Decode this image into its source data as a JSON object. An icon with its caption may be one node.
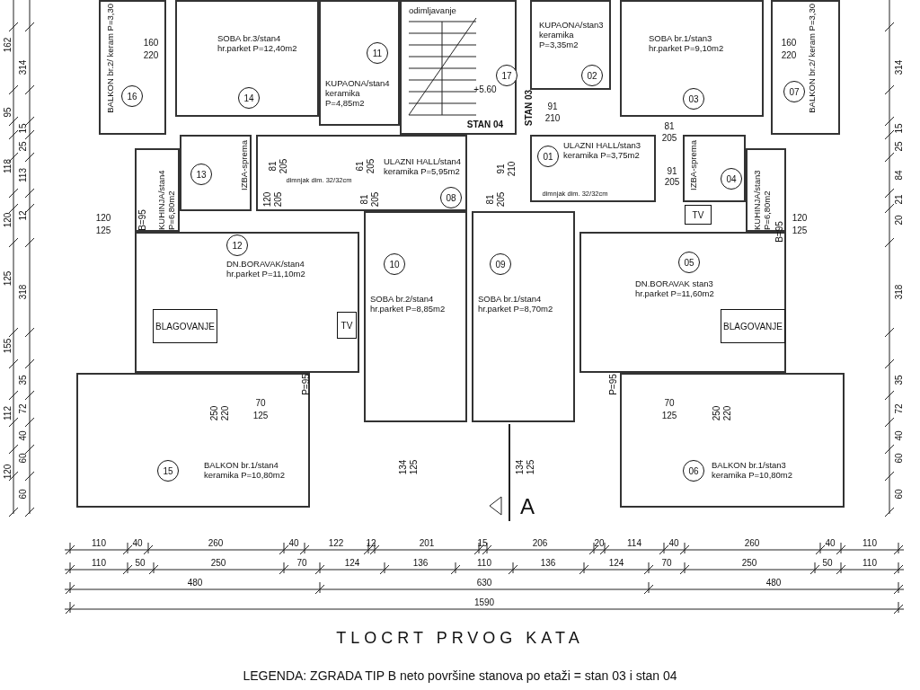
{
  "diagram": {
    "title": "TLOCRT PRVOG KATA",
    "nodes": [
      {
        "text": [
          "BALKON br.2/ keram P=3,30"
        ]
      },
      {
        "text": [
          "16"
        ],
        "in": 0
      },
      {
        "text": [
          "SOBA br.3/stan4 hr.parket P=12,40m2"
        ]
      },
      {
        "text": [
          "14"
        ],
        "in": 2
      },
      {
        "text": [
          "KUPAONA/stan4 keramika P=4,85m2"
        ]
      },
      {
        "text": [
          "11"
        ],
        "in": 4
      },
      {
        "text": [
          "odimljavanje"
        ]
      },
      {
        "text": [
          "17"
        ],
        "in": 6
      },
      {
        "text": [
          "KUPAONA/stan3 keramika P=3,35m2"
        ]
      },
      {
        "text": [
          "02"
        ],
        "in": 8
      },
      {
        "text": [
          "SOBA br.1/stan3 hr.parket P=9,10m2"
        ]
      },
      {
        "text": [
          "03"
        ],
        "in": 10
      },
      {
        "text": [
          "BALKON br.2/ keram P=3,30"
        ]
      },
      {
        "text": [
          "07"
        ],
        "in": 12
      },
      {
        "text": [
          "IZBA-sprema"
        ]
      },
      {
        "text": [
          "13"
        ],
        "in": 14
      },
      {
        "text": [
          "ULAZNI HALL/stan4 keramika P=5,95m2"
        ]
      },
      {
        "text": [
          "08"
        ],
        "in": 16
      },
      {
        "text": [
          "ULAZNI HALL/stan3 keramika P=3,75m2"
        ]
      },
      {
        "text": [
          "01"
        ],
        "in": 18
      },
      {
        "text": [
          "IZBA-sprema"
        ]
      },
      {
        "text": [
          "04"
        ],
        "in": 20
      },
      {
        "text": [
          "KUHINJA/stan4 P=6,80m2"
        ]
      },
      {
        "text": [
          "DN.BORAVAK/stan4 hr.parket P=11,10m2"
        ]
      },
      {
        "text": [
          "12"
        ],
        "in": 23
      },
      {
        "text": [
          "SOBA br.2/stan4 hr.parket P=8,85m2"
        ]
      },
      {
        "text": [
          "10"
        ],
        "in": 25
      },
      {
        "text": [
          "SOBA br.1/stan4 hr.parket P=8,70m2"
        ]
      },
      {
        "text": [
          "09"
        ],
        "in": 27
      },
      {
        "text": [
          "DN.BORAVAK stan3 hr.parket P=11,60m2"
        ]
      },
      {
        "text": [
          "05"
        ],
        "in": 29
      },
      {
        "text": [
          "KUHINJA/stan3 P=6,80m2"
        ]
      },
      {
        "text": [
          "BLAGOVANJE"
        ],
        "in": 23
      },
      {
        "text": [
          "BLAGOVANJE"
        ],
        "in": 29
      },
      {
        "text": [
          "TV"
        ],
        "in": 23
      },
      {
        "text": [
          "TV"
        ]
      },
      {
        "text": [
          "BALKON br.1/stan4 keramika P=10,80m2"
        ]
      },
      {
        "text": [
          "15"
        ],
        "in": 36
      },
      {
        "text": [
          "BALKON br.1/stan3 keramika P=10,80m2"
        ]
      },
      {
        "text": [
          "06"
        ],
        "in": 38
      }
    ],
    "labels": [
      "162",
      "314",
      "160",
      "220",
      "160",
      "220",
      "314",
      "95",
      "15",
      "25",
      "15",
      "25",
      "+5.60",
      "91",
      "210",
      "STAN 04",
      "STAN 03",
      "81",
      "205",
      "81",
      "205",
      "61",
      "205",
      "91",
      "210",
      "91",
      "205",
      "118",
      "113",
      "12",
      "120",
      "84",
      "21",
      "20",
      "dimnjak dim. 32/32cm",
      "dimnjak dim. 32/32cm",
      "120",
      "205",
      "81",
      "205",
      "81",
      "205",
      "120",
      "125",
      "120",
      "125",
      "B=95",
      "B=95",
      "125",
      "318",
      "318",
      "155",
      "P=95",
      "P=95",
      "35",
      "35",
      "70",
      "125",
      "70",
      "125",
      "112",
      "72",
      "250",
      "220",
      "250",
      "220",
      "72",
      "40",
      "40",
      "120",
      "60",
      "134",
      "125",
      "134",
      "125",
      "60",
      "60",
      "60",
      "A",
      "110",
      "40",
      "260",
      "40",
      "122",
      "12",
      "201",
      "15",
      "206",
      "20",
      "114",
      "40",
      "260",
      "40",
      "110",
      "110",
      "50",
      "250",
      "70",
      "124",
      "136",
      "110",
      "136",
      "124",
      "70",
      "250",
      "50",
      "110",
      "480",
      "630",
      "480",
      "1590",
      "LEGENDA: ZGRADA TIP B neto površine stanova po etaži = stan 03 i stan 04"
    ]
  }
}
